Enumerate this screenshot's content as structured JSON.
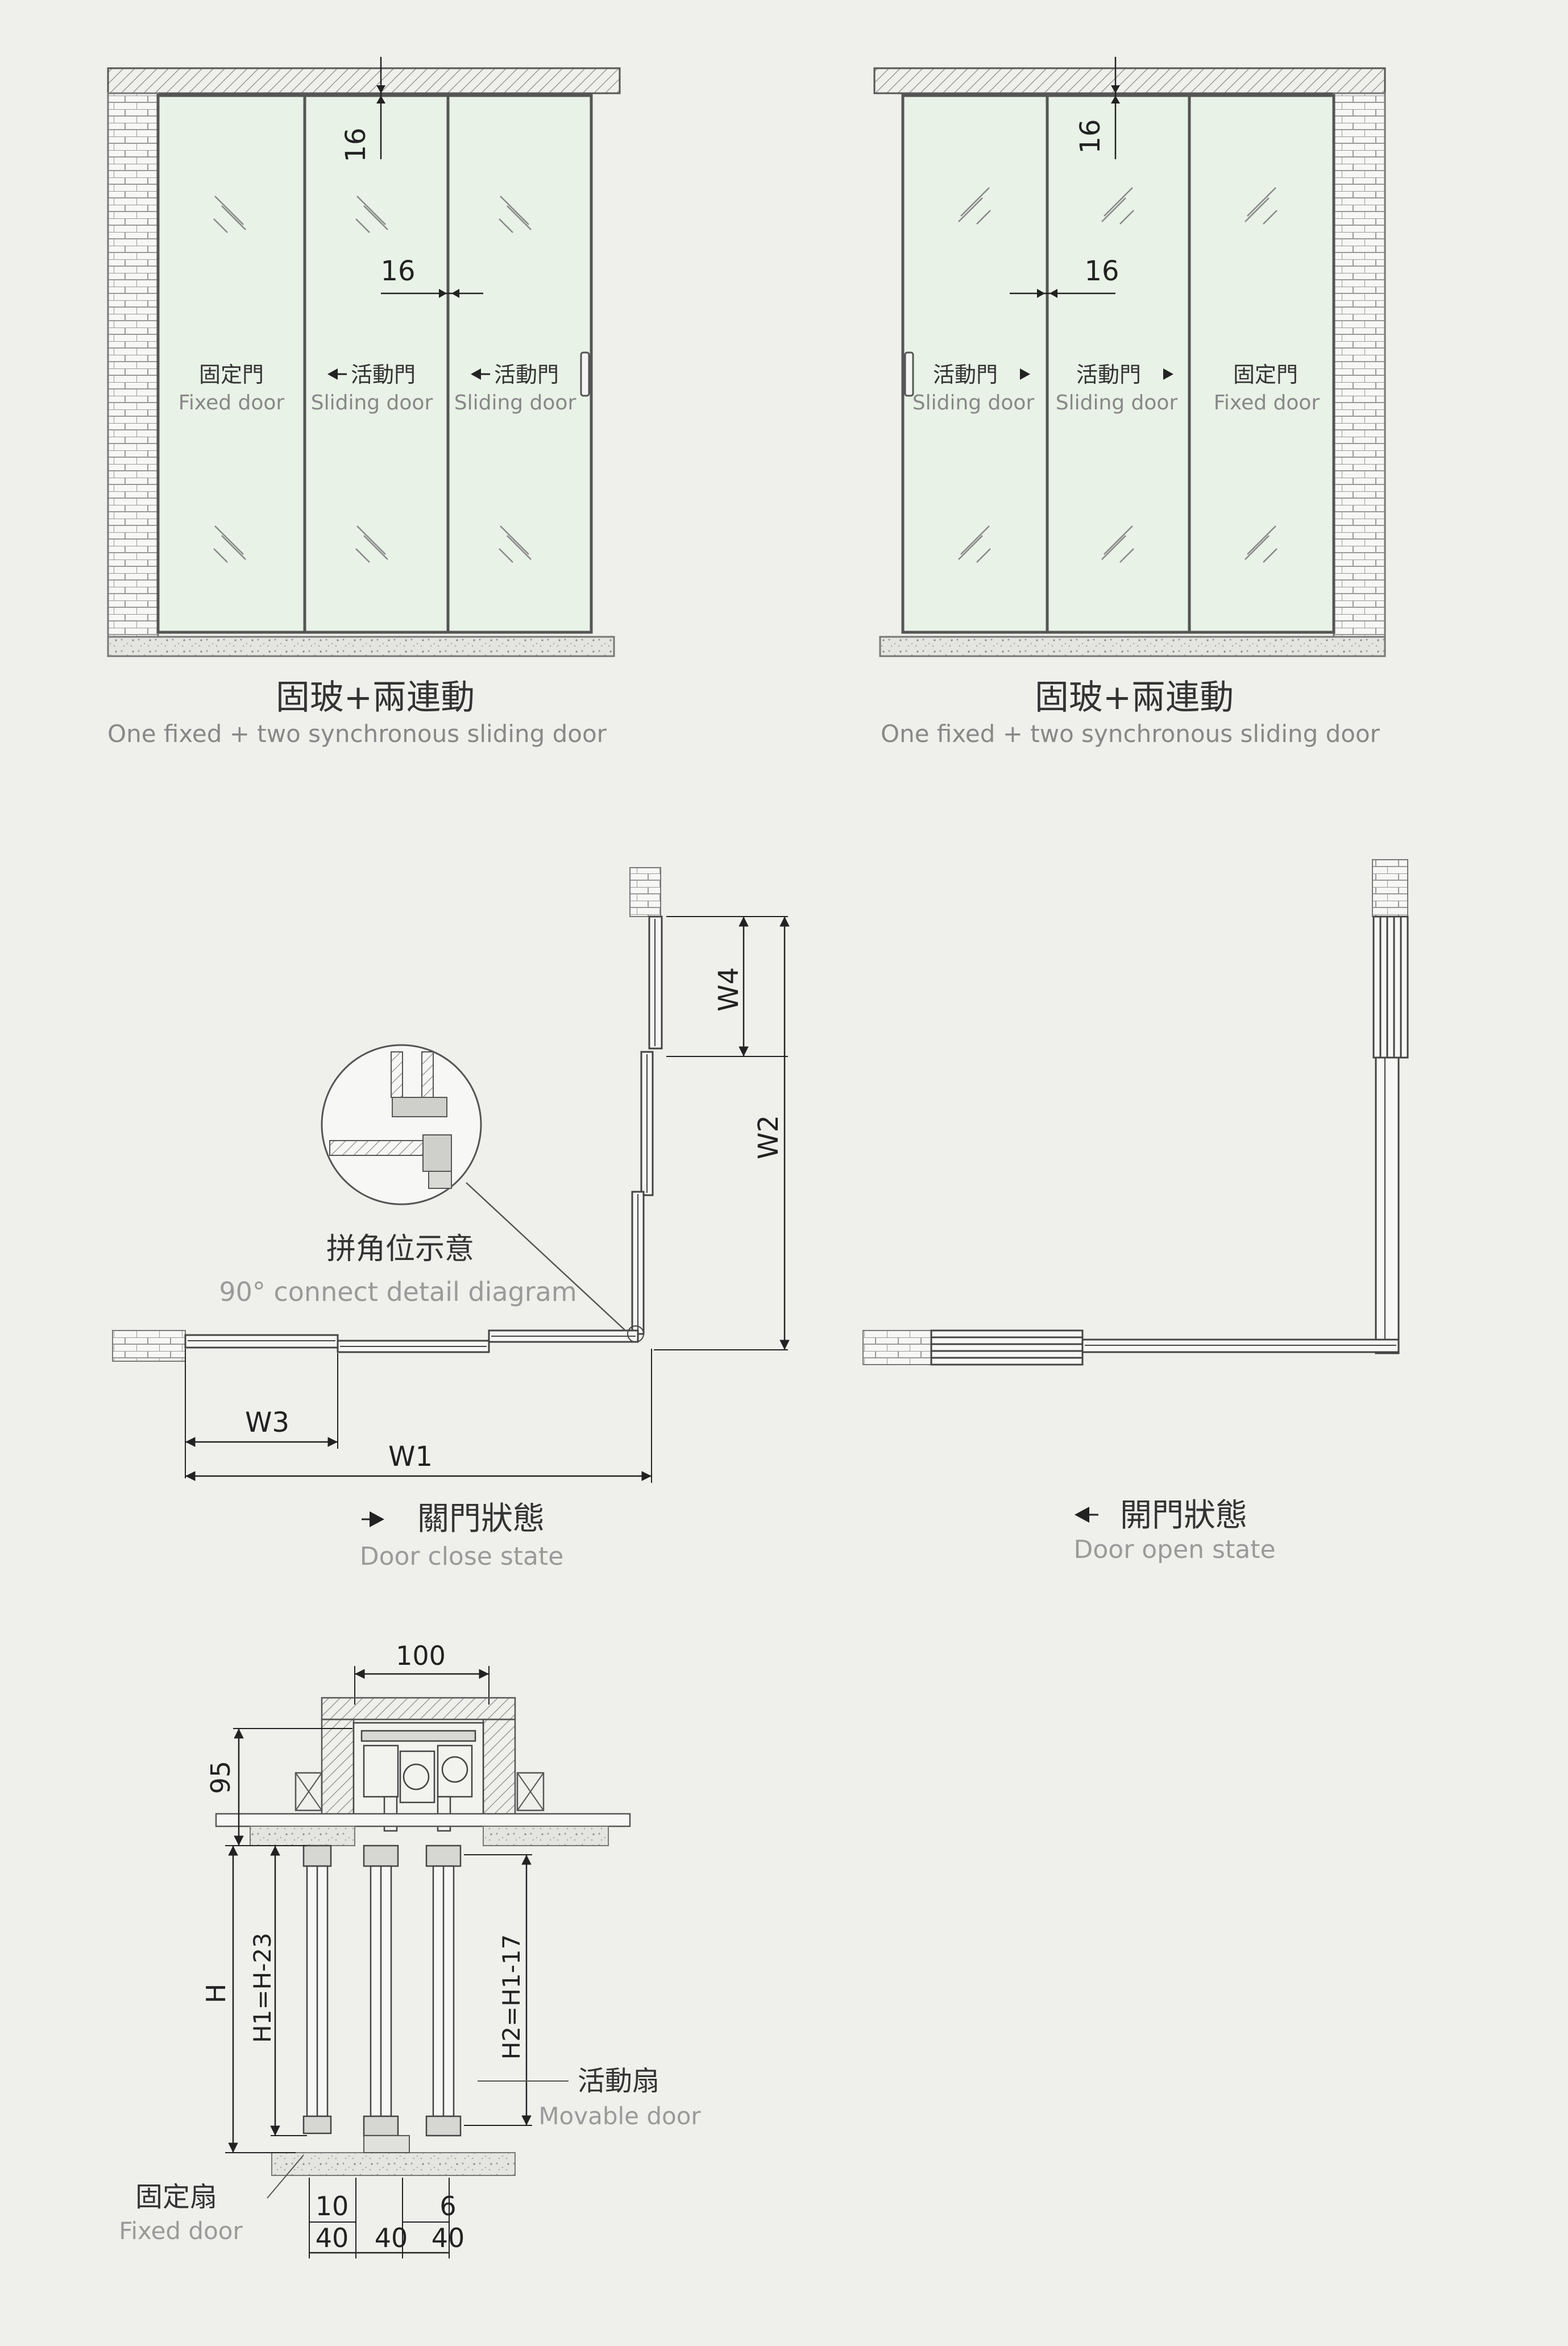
{
  "colors": {
    "background": "#efefec",
    "glass": "#e8f2e6",
    "frame": "#555555",
    "wall_hatch": "#8a8a8a",
    "text_zh": "#333333",
    "text_en": "#888888"
  },
  "elevation_left": {
    "panels": [
      {
        "zh": "固定門",
        "en": "Fixed door",
        "arrow": ""
      },
      {
        "zh": "活動門",
        "en": "Sliding door",
        "arrow": "left"
      },
      {
        "zh": "活動門",
        "en": "Sliding door",
        "arrow": "left"
      }
    ],
    "dim_top": "16",
    "dim_gap": "16",
    "caption_zh": "固玻+兩連動",
    "caption_en": "One fixed + two synchronous sliding door"
  },
  "elevation_right": {
    "panels": [
      {
        "zh": "活動門",
        "en": "Sliding door",
        "arrow": "right"
      },
      {
        "zh": "活動門",
        "en": "Sliding door",
        "arrow": "right"
      },
      {
        "zh": "固定門",
        "en": "Fixed door",
        "arrow": ""
      }
    ],
    "dim_top": "16",
    "dim_gap": "16",
    "caption_zh": "固玻+兩連動",
    "caption_en": "One fixed + two synchronous  sliding door"
  },
  "plan_closed": {
    "detail_zh": "拼角位示意",
    "detail_en": "90° connect detail diagram",
    "dims": {
      "w1": "W1",
      "w2": "W2",
      "w3": "W3",
      "w4": "W4"
    },
    "state_zh": "關門狀態",
    "state_en": "Door close state",
    "state_arrow": "right"
  },
  "plan_open": {
    "state_zh": "開門狀態",
    "state_en": "Door open state",
    "state_arrow": "left"
  },
  "section": {
    "dim_top": "100",
    "dim_95": "95",
    "dim_h": "H",
    "dim_h1": "H1=H-23",
    "dim_h2": "H2=H1-17",
    "movable_zh": "活動扇",
    "movable_en": "Movable door",
    "fixed_zh": "固定扇",
    "fixed_en": "Fixed door",
    "dim_10": "10",
    "dim_6": "6",
    "dim_40": [
      "40",
      "40",
      "40"
    ]
  }
}
